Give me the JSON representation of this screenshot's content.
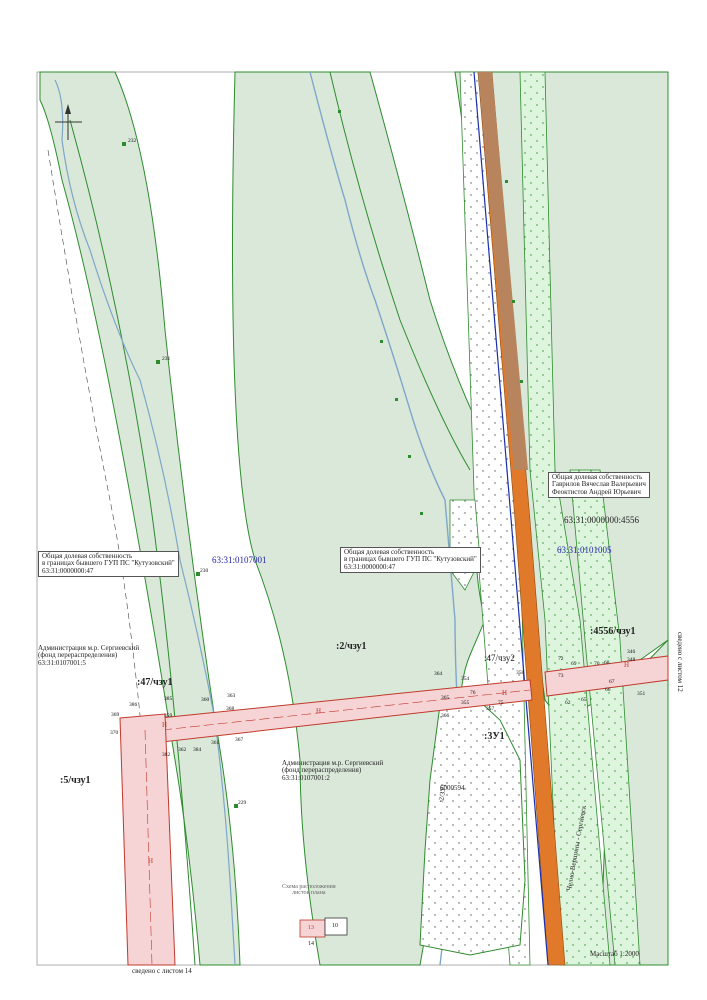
{
  "labels": {
    "ownership_left": [
      "Общая долевая собственность",
      "в границах бывшего ГУП ПС \"Кутузовский\"",
      "63:31:0000000:47"
    ],
    "ownership_mid": [
      "Общая долевая собственность",
      "в границах бывшего ГУП ПС \"Кутузовский\"",
      "63:31:0000000:47"
    ],
    "ownership_right": [
      "Общая долевая собственность",
      "Гаврилов Вячеслав Валерьевич",
      "Феоктистов Андрей Юрьевич"
    ],
    "admin_left": [
      "Администрация м.р. Сергиевский",
      "(фонд перераспределения)",
      "63:31:0107001:5"
    ],
    "admin_mid": [
      "Администрация м.р. Сергиевский",
      "(фонд перераспределения)",
      "63:31:0107001:2"
    ],
    "cadastral_left": "63:31:0107001",
    "cadastral_right": "63:31:0101005",
    "cadastral_4556": "63:31:0000000:4556",
    "road_label": "Челно-Вершины - Сергиевск",
    "parcel_6000594": "6000594",
    "parcel_2": ":2/чзу1",
    "parcel_47_mid": ":47/чзу2",
    "parcel_47_left": ":47/чзу1",
    "parcel_5": ":5/чзу1",
    "parcel_3": ":3У1",
    "parcel_4556": ":4556/чзу1",
    "parcel_2dash": ":2/ЗУ1",
    "zone_h": "Н",
    "scheme_title": [
      "Схема расположения",
      "листов плана"
    ],
    "sheet_13": "13",
    "sheet_10": "10",
    "sheet_14": "14",
    "joined_bottom": "сведено с листом 14",
    "joined_right": "сведено с листом 12",
    "scale": "Масштаб 1:2000"
  },
  "points": [
    {
      "id": "232"
    },
    {
      "id": "231"
    },
    {
      "id": "230"
    },
    {
      "id": "229"
    },
    {
      "id": "369"
    },
    {
      "id": "386"
    },
    {
      "id": "370"
    },
    {
      "id": "385"
    },
    {
      "id": "359"
    },
    {
      "id": "360"
    },
    {
      "id": "363"
    },
    {
      "id": "368"
    },
    {
      "id": "367"
    },
    {
      "id": "361"
    },
    {
      "id": "382"
    },
    {
      "id": "362"
    },
    {
      "id": "384"
    },
    {
      "id": "364"
    },
    {
      "id": "365"
    },
    {
      "id": "366"
    },
    {
      "id": "354"
    },
    {
      "id": "76"
    },
    {
      "id": "355"
    },
    {
      "id": "75"
    },
    {
      "id": "357"
    },
    {
      "id": "358"
    },
    {
      "id": "72"
    },
    {
      "id": "69"
    },
    {
      "id": "70"
    },
    {
      "id": "68"
    },
    {
      "id": "346"
    },
    {
      "id": "348"
    },
    {
      "id": "73"
    },
    {
      "id": "66"
    },
    {
      "id": "67"
    },
    {
      "id": "62"
    },
    {
      "id": "65"
    },
    {
      "id": "351"
    }
  ],
  "colors": {
    "green_fill": "#d9e8d9",
    "green_light": "#dcf5dc",
    "green_line": "#2e8b2e",
    "pink_fill": "#f6d3d5",
    "pink_line": "#c0392b",
    "road_orange": "#e07a2a",
    "road_brown": "#b8845e",
    "water": "#7fa6c8",
    "blue_line": "#1a2fb0"
  }
}
